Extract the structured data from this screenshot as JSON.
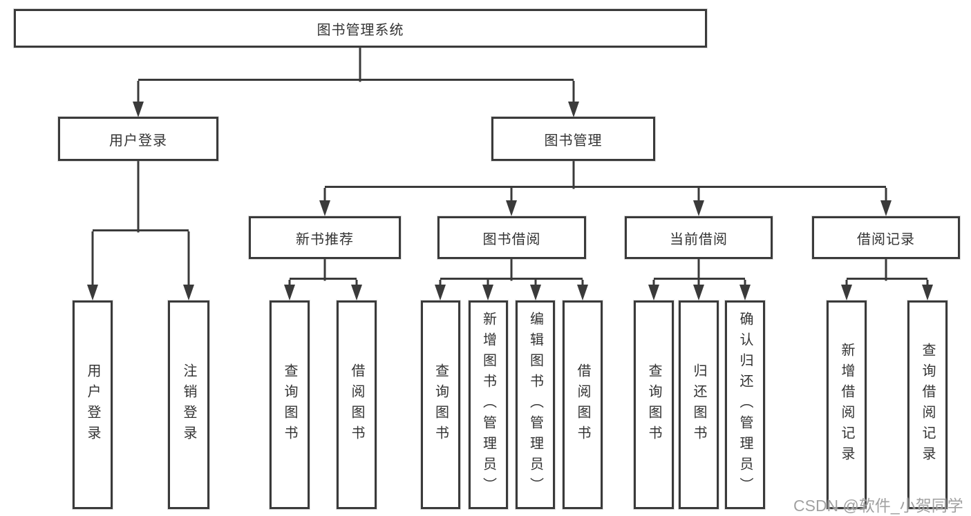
{
  "tree": {
    "root": {
      "label": "图书管理系统"
    },
    "children": [
      {
        "label": "用户登录",
        "children": [
          {
            "label": "用户登录"
          },
          {
            "label": "注销登录"
          }
        ]
      },
      {
        "label": "图书管理",
        "children": [
          {
            "label": "新书推荐",
            "children": [
              {
                "label": "查询图书"
              },
              {
                "label": "借阅图书"
              }
            ]
          },
          {
            "label": "图书借阅",
            "children": [
              {
                "label": "查询图书"
              },
              {
                "label": "新增图书（管理员）"
              },
              {
                "label": "编辑图书（管理员）"
              },
              {
                "label": "借阅图书"
              }
            ]
          },
          {
            "label": "当前借阅",
            "children": [
              {
                "label": "查询图书"
              },
              {
                "label": "归还图书"
              },
              {
                "label": "确认归还（管理员）"
              }
            ]
          },
          {
            "label": "借阅记录",
            "children": [
              {
                "label": "新增借阅记录"
              },
              {
                "label": "查询借阅记录"
              }
            ]
          }
        ]
      }
    ]
  },
  "watermark": {
    "text": "CSDN @软件_小贺同学"
  },
  "colors": {
    "line": "#3a3a3a",
    "text": "#333333",
    "background": "#ffffff",
    "watermark": "#919191"
  }
}
